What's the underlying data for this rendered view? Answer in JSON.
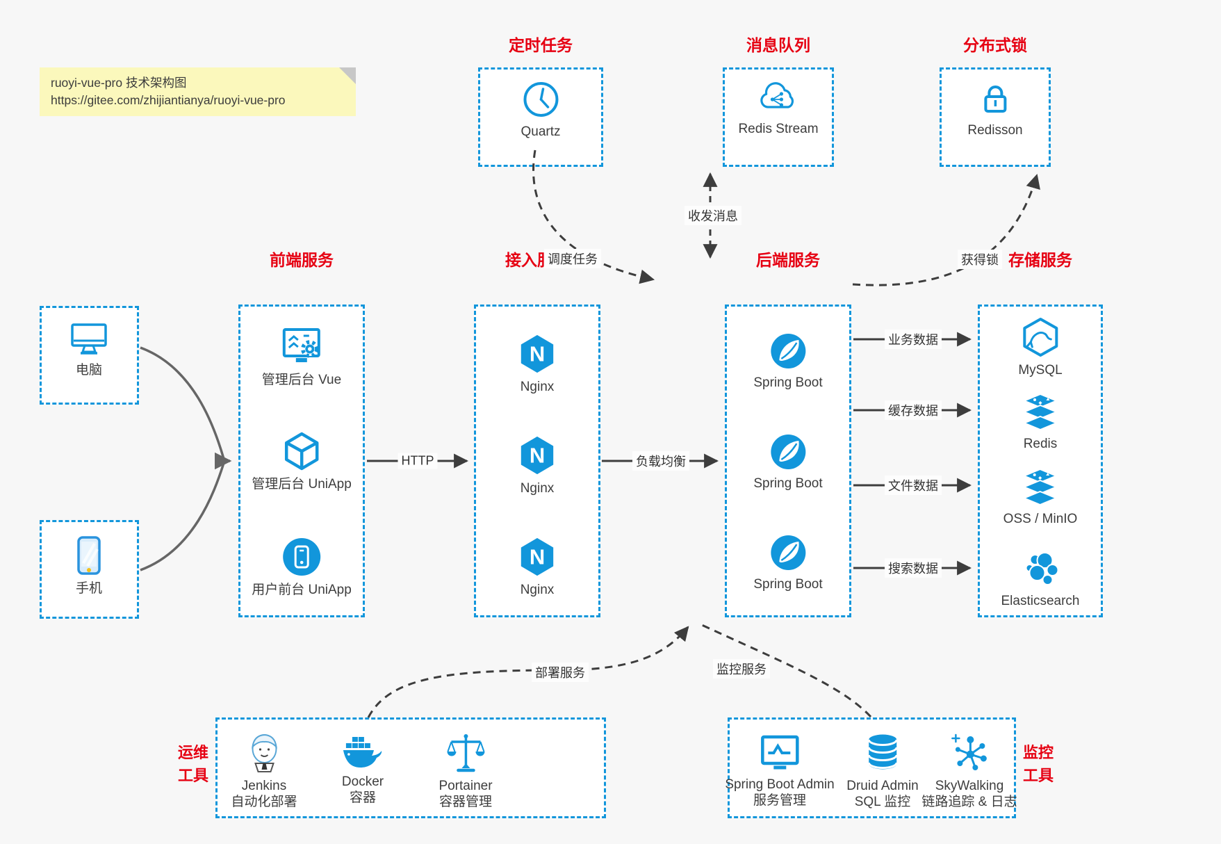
{
  "note": {
    "line1": "ruoyi-vue-pro 技术架构图",
    "line2": "https://gitee.com/zhijiantianya/ruoyi-vue-pro"
  },
  "colors": {
    "accent": "#1296db",
    "title_red": "#e60012",
    "note_bg": "#fbf8bc",
    "canvas_bg": "#f7f7f7"
  },
  "top_groups": {
    "scheduler": {
      "title": "定时任务",
      "item": {
        "label": "Quartz",
        "icon": "clock-icon"
      }
    },
    "mq": {
      "title": "消息队列",
      "item": {
        "label": "Redis Stream",
        "icon": "cloud-stream-icon"
      }
    },
    "lock": {
      "title": "分布式锁",
      "item": {
        "label": "Redisson",
        "icon": "lock-icon"
      }
    }
  },
  "clients": {
    "pc": {
      "label": "电脑",
      "icon": "desktop-icon"
    },
    "mobile": {
      "label": "手机",
      "icon": "mobile-icon"
    }
  },
  "columns": {
    "frontend": {
      "title": "前端服务",
      "items": [
        {
          "label": "管理后台 Vue",
          "icon": "admin-vue-icon"
        },
        {
          "label": "管理后台 UniApp",
          "icon": "uniapp-cube-icon"
        },
        {
          "label": "用户前台 UniApp",
          "icon": "uniapp-phone-icon"
        }
      ]
    },
    "gateway": {
      "title": "接入服务",
      "logo_letter": "N",
      "items": [
        {
          "label": "Nginx",
          "icon": "nginx-icon"
        },
        {
          "label": "Nginx",
          "icon": "nginx-icon"
        },
        {
          "label": "Nginx",
          "icon": "nginx-icon"
        }
      ]
    },
    "backend": {
      "title": "后端服务",
      "items": [
        {
          "label": "Spring Boot",
          "icon": "spring-icon"
        },
        {
          "label": "Spring Boot",
          "icon": "spring-icon"
        },
        {
          "label": "Spring Boot",
          "icon": "spring-icon"
        }
      ]
    },
    "storage": {
      "title": "存储服务",
      "items": [
        {
          "label": "MySQL",
          "icon": "mysql-icon"
        },
        {
          "label": "Redis",
          "icon": "redis-stack-icon"
        },
        {
          "label": "OSS / MinIO",
          "icon": "storage-stack-icon"
        },
        {
          "label": "Elasticsearch",
          "icon": "elasticsearch-icon"
        }
      ]
    }
  },
  "bottom_groups": {
    "ops": {
      "title_line1": "运维",
      "title_line2": "工具",
      "items": [
        {
          "line1": "Jenkins",
          "line2": "自动化部署",
          "icon": "jenkins-icon"
        },
        {
          "line1": "Docker",
          "line2": "容器",
          "icon": "docker-icon"
        },
        {
          "line1": "Portainer",
          "line2": "容器管理",
          "icon": "portainer-icon"
        }
      ]
    },
    "monitor": {
      "title_line1": "监控",
      "title_line2": "工具",
      "items": [
        {
          "line1": "Spring Boot Admin",
          "line2": "服务管理",
          "icon": "monitor-chart-icon"
        },
        {
          "line1": "Druid Admin",
          "line2": "SQL 监控",
          "icon": "database-icon"
        },
        {
          "line1": "SkyWalking",
          "line2": "链路追踪 & 日志",
          "icon": "topology-icon"
        }
      ]
    }
  },
  "edges": {
    "http": "HTTP",
    "load_balance": "负载均衡",
    "business_data": "业务数据",
    "cache_data": "缓存数据",
    "file_data": "文件数据",
    "search_data": "搜索数据",
    "schedule_task": "调度任务",
    "send_receive_message": "收发消息",
    "acquire_lock": "获得锁",
    "deploy_service": "部署服务",
    "monitor_service": "监控服务"
  }
}
